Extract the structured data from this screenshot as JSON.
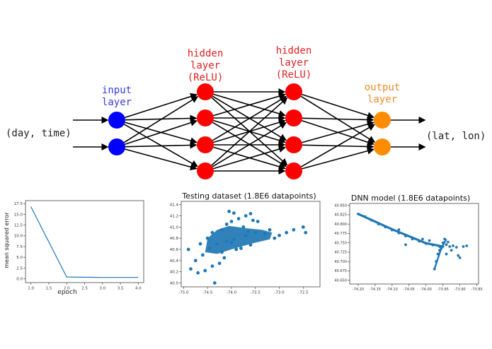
{
  "network": {
    "input_text": "(day, time)",
    "output_text": "(lat, lon)",
    "layers": [
      {
        "label_lines": [
          "input",
          "layer"
        ],
        "color": "#0000ff",
        "label_color": "#3b3bd6",
        "nodes": 2
      },
      {
        "label_lines": [
          "hidden",
          "layer",
          "(ReLU)"
        ],
        "color": "#ff0000",
        "label_color": "#e02020",
        "nodes": 4
      },
      {
        "label_lines": [
          "hidden",
          "layer",
          "(ReLU)"
        ],
        "color": "#ff0000",
        "label_color": "#e02020",
        "nodes": 4
      },
      {
        "label_lines": [
          "output",
          "layer"
        ],
        "color": "#ff8c00",
        "label_color": "#f08a24",
        "nodes": 2
      }
    ]
  },
  "chart_data": [
    {
      "type": "line",
      "title": "",
      "xlabel": "epoch",
      "ylabel": "mean squared error",
      "x": [
        1.0,
        2.0,
        3.0,
        4.0
      ],
      "y": [
        16.8,
        0.4,
        0.3,
        0.3
      ],
      "xlim": [
        0.85,
        4.15
      ],
      "ylim": [
        -0.9,
        18.2
      ],
      "xticks": [
        "1.0",
        "1.5",
        "2.0",
        "2.5",
        "3.0",
        "3.5",
        "4.0"
      ],
      "yticks": [
        "0.0",
        "2.5",
        "5.0",
        "7.5",
        "10.0",
        "12.5",
        "15.0",
        "17.5"
      ],
      "color": "#1f77b4"
    },
    {
      "type": "scatter",
      "title": "Testing dataset (1.8E6 datapoints)",
      "xlabel": "",
      "ylabel": "",
      "xlim": [
        -75.05,
        -72.15
      ],
      "ylim": [
        39.93,
        41.46
      ],
      "xticks": [
        "-75.0",
        "-74.5",
        "-74.0",
        "-73.5",
        "-73.0",
        "-72.5"
      ],
      "yticks": [
        "40.0",
        "40.2",
        "40.4",
        "40.6",
        "40.8",
        "41.0",
        "41.2",
        "41.4"
      ],
      "color": "#1f77b4",
      "points": [
        [
          -74.1,
          40.75
        ],
        [
          -74.0,
          40.72
        ],
        [
          -73.95,
          40.78
        ],
        [
          -73.7,
          40.85
        ],
        [
          -73.5,
          40.9
        ],
        [
          -73.3,
          40.88
        ],
        [
          -74.3,
          40.7
        ],
        [
          -74.45,
          40.62
        ],
        [
          -74.6,
          40.5
        ],
        [
          -74.75,
          40.4
        ],
        [
          -74.2,
          40.95
        ],
        [
          -74.1,
          41.05
        ],
        [
          -74.0,
          41.1
        ],
        [
          -73.85,
          41.15
        ],
        [
          -73.7,
          41.2
        ],
        [
          -73.6,
          41.24
        ],
        [
          -73.45,
          41.1
        ],
        [
          -73.2,
          40.95
        ],
        [
          -73.0,
          40.85
        ],
        [
          -72.85,
          40.9
        ],
        [
          -72.5,
          41.0
        ],
        [
          -72.45,
          40.9
        ],
        [
          -74.85,
          40.25
        ],
        [
          -74.7,
          40.18
        ],
        [
          -74.55,
          40.22
        ],
        [
          -74.4,
          40.3
        ],
        [
          -74.35,
          40.0
        ],
        [
          -74.25,
          40.35
        ],
        [
          -73.8,
          40.62
        ],
        [
          -73.6,
          40.68
        ],
        [
          -73.9,
          40.6
        ],
        [
          -74.5,
          40.8
        ],
        [
          -74.4,
          40.9
        ],
        [
          -73.75,
          41.0
        ],
        [
          -73.95,
          41.25
        ],
        [
          -74.05,
          41.28
        ],
        [
          -73.55,
          41.12
        ],
        [
          -73.65,
          40.92
        ],
        [
          -74.2,
          40.55
        ],
        [
          -74.15,
          40.45
        ],
        [
          -72.7,
          40.95
        ],
        [
          -73.1,
          40.8
        ],
        [
          -74.9,
          40.6
        ],
        [
          -74.65,
          40.7
        ]
      ]
    },
    {
      "type": "scatter",
      "title": "DNN model (1.8E6 datapoints)",
      "xlabel": "",
      "ylabel": "",
      "xlim": [
        -74.225,
        -73.845
      ],
      "ylim": [
        40.64,
        40.855
      ],
      "xticks": [
        "-74.20",
        "-74.15",
        "-74.10",
        "-74.05",
        "-74.00",
        "-73.95",
        "-73.90",
        "-73.85"
      ],
      "yticks": [
        "40.650",
        "40.675",
        "40.700",
        "40.725",
        "40.750",
        "40.775",
        "40.800",
        "40.825",
        "40.850"
      ],
      "color": "#1f77b4",
      "points": [
        [
          -74.2,
          40.827
        ],
        [
          -74.18,
          40.82
        ],
        [
          -74.16,
          40.81
        ],
        [
          -74.14,
          40.8
        ],
        [
          -74.12,
          40.792
        ],
        [
          -74.1,
          40.784
        ],
        [
          -74.08,
          40.776
        ],
        [
          -74.06,
          40.768
        ],
        [
          -74.04,
          40.76
        ],
        [
          -74.02,
          40.754
        ],
        [
          -74.0,
          40.748
        ],
        [
          -73.98,
          40.744
        ],
        [
          -73.96,
          40.74
        ],
        [
          -73.95,
          40.74
        ],
        [
          -73.94,
          40.745
        ],
        [
          -73.93,
          40.74
        ],
        [
          -73.92,
          40.742
        ],
        [
          -73.91,
          40.738
        ],
        [
          -73.89,
          40.74
        ],
        [
          -73.88,
          40.742
        ],
        [
          -73.975,
          40.68
        ],
        [
          -73.97,
          40.7
        ],
        [
          -73.965,
          40.72
        ],
        [
          -73.96,
          40.73
        ],
        [
          -73.955,
          40.735
        ],
        [
          -73.95,
          40.75
        ],
        [
          -73.945,
          40.76
        ],
        [
          -73.94,
          40.72
        ],
        [
          -73.9,
          40.71
        ],
        [
          -73.905,
          40.716
        ],
        [
          -73.99,
          40.756
        ],
        [
          -74.01,
          40.76
        ],
        [
          -74.06,
          40.745
        ],
        [
          -74.08,
          40.785
        ],
        [
          -73.935,
          40.752
        ],
        [
          -73.925,
          40.73
        ]
      ]
    }
  ]
}
